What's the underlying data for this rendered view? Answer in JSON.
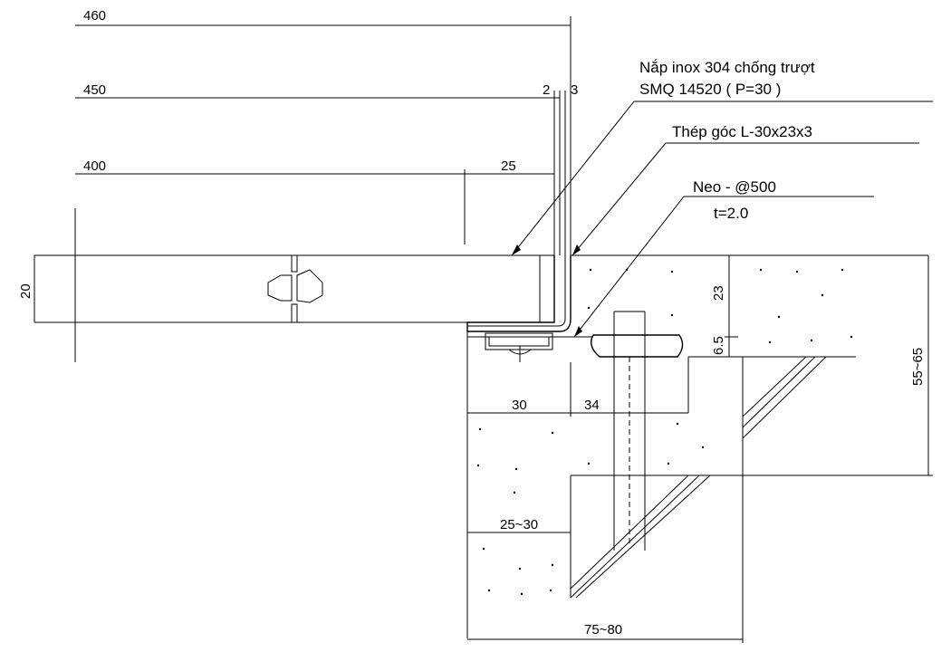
{
  "dimensions": {
    "d460": "460",
    "d450": "450",
    "d400": "400",
    "d25": "25",
    "d2": "2",
    "d3": "3",
    "d20": "20",
    "d23": "23",
    "d6_5": "6.5",
    "d55_65": "55~65",
    "d30": "30",
    "d34": "34",
    "d25_30": "25~30",
    "d75_80": "75~80"
  },
  "labels": {
    "cover_line1": "Nắp inox 304 chống trượt",
    "cover_line2": "SMQ 14520 ( P=30 )",
    "angle_steel": "Thép góc L-30x23x3",
    "anchor": "Neo - @500",
    "thickness": "t=2.0"
  }
}
